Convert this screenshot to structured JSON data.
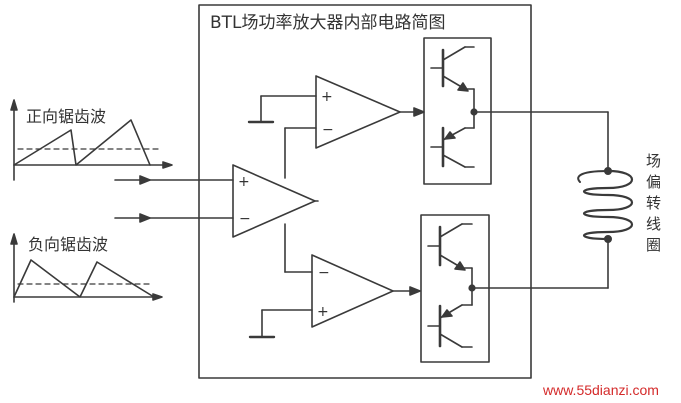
{
  "title": "BTL场功率放大器内部电路简图",
  "positive_wave_label": "正向锯齿波",
  "negative_wave_label": "负向锯齿波",
  "coil_label": [
    "场",
    "偏",
    "转",
    "线",
    "圈"
  ],
  "opamp_plus": "+",
  "opamp_minus": "−",
  "watermark": "www.55dianzi.com",
  "colors": {
    "line": "#3a3a3a",
    "background": "#ffffff",
    "watermark": "#d42a2a",
    "dashed": "#555555"
  }
}
